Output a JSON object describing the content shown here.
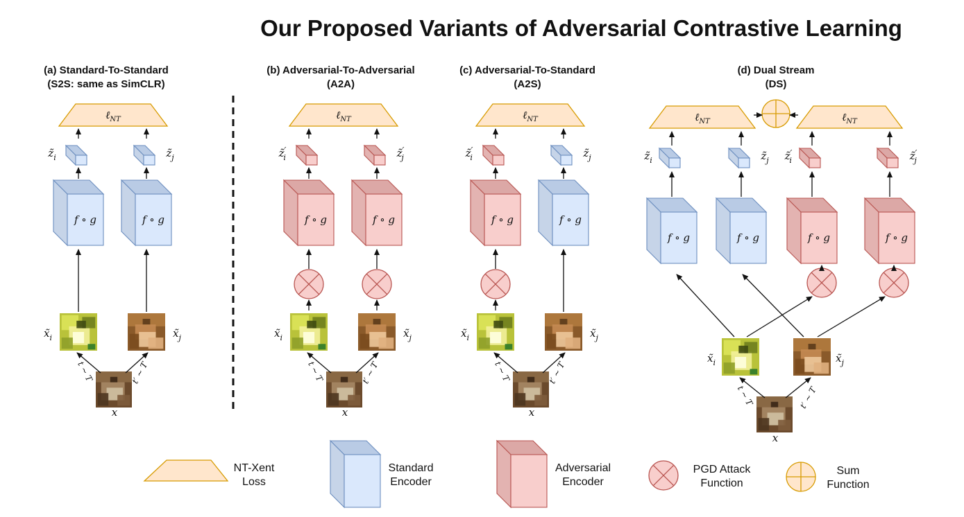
{
  "title": "Our Proposed Variants of Adversarial Contrastive Learning",
  "colors": {
    "standard_fill": "#dae8fc",
    "standard_side": "#c6d4e8",
    "standard_top": "#b9cbe5",
    "standard_stroke": "#6c8ebf",
    "adversarial_fill": "#f8cecc",
    "adversarial_side": "#e3b3b1",
    "adversarial_top": "#dca8a6",
    "adversarial_stroke": "#b85450",
    "loss_fill": "#ffe6cc",
    "loss_stroke": "#d79b00"
  },
  "panels": {
    "a": {
      "heading_line1": "(a) Standard-To-Standard",
      "heading_line2": "(S2S: same as SimCLR)"
    },
    "b": {
      "heading_line1": "(b) Adversarial-To-Adversarial",
      "heading_line2": "(A2A)"
    },
    "c": {
      "heading_line1": "(c) Adversarial-To-Standard",
      "heading_line2": "(A2S)"
    },
    "d": {
      "heading_line1": "(d) Dual Stream",
      "heading_line2": "(DS)"
    }
  },
  "labels": {
    "loss": "ℓNT",
    "encoder": "f ∘ g",
    "z_i": "z̃i",
    "z_j": "z̃j",
    "z_i_prime": "z̃′i",
    "z_j_prime": "z̃′j",
    "x_i": "x̃i",
    "x_j": "x̃j",
    "x": "x",
    "t_left": "t ∼ T",
    "t_right": "t′ ∼ T"
  },
  "legend": {
    "loss_line1": "NT-Xent",
    "loss_line2": "Loss",
    "standard_line1": "Standard",
    "standard_line2": "Encoder",
    "adversarial_line1": "Adversarial",
    "adversarial_line2": "Encoder",
    "pgd_line1": "PGD Attack",
    "pgd_line2": "Function",
    "sum_line1": "Sum",
    "sum_line2": "Function"
  }
}
